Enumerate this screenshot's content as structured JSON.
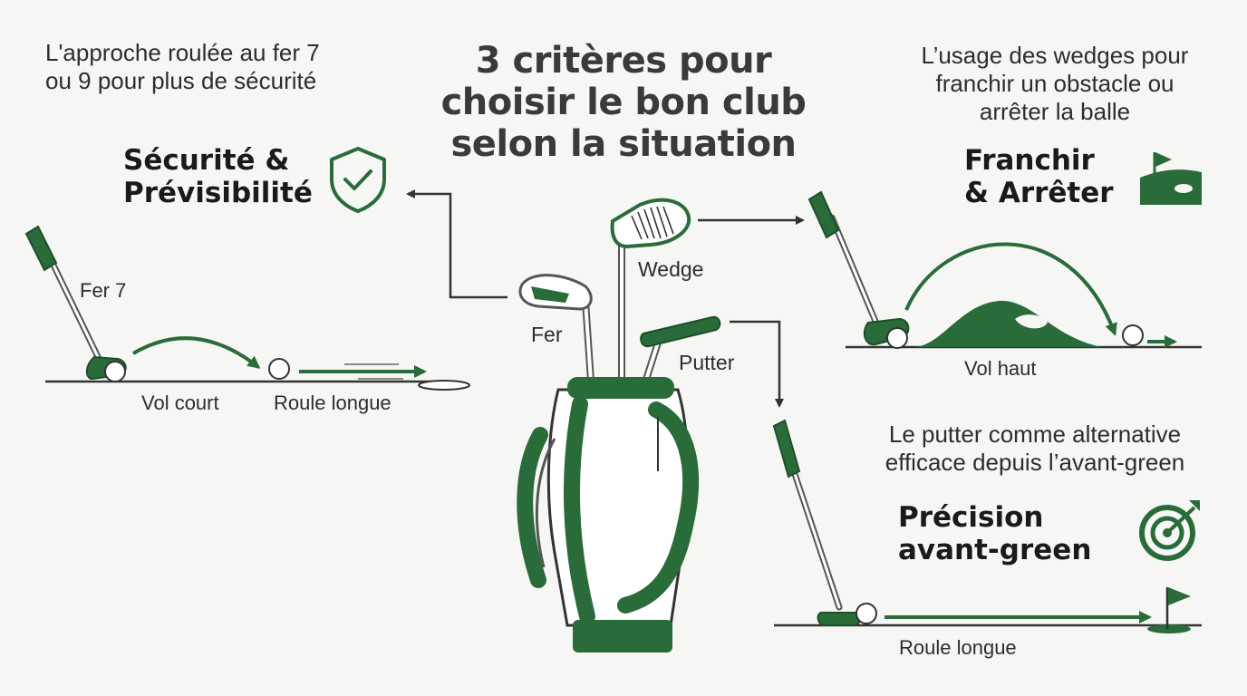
{
  "title_lines": [
    "3 critères pour",
    "choisir le bon club",
    "selon la situation"
  ],
  "left": {
    "desc_lines": [
      "L'approche roulée au fer 7",
      "ou 9 pour plus de sécurité"
    ],
    "heading_lines": [
      "Sécurité &",
      "Prévisibilité"
    ],
    "icon": "shield-check-icon",
    "club_label": "Fer 7",
    "label_flight": "Vol court",
    "label_roll": "Roule longue"
  },
  "right_top": {
    "desc_lines": [
      "L’usage des wedges pour",
      "franchir un obstacle ou",
      "arrêter la balle"
    ],
    "heading_lines": [
      "Franchir",
      "& Arrêter"
    ],
    "icon": "flag-bunker-icon",
    "label_flight": "Vol haut"
  },
  "right_bottom": {
    "desc_lines": [
      "Le putter comme alternative",
      "efficace depuis l’avant-green"
    ],
    "heading_lines": [
      "Précision",
      "avant-green"
    ],
    "icon": "target-icon",
    "label_roll": "Roule longue"
  },
  "bag": {
    "labels": {
      "iron": "Fer",
      "wedge": "Wedge",
      "putter": "Putter"
    }
  },
  "colors": {
    "green": "#2a6b3a",
    "dark": "#333333",
    "background": "#f6f6f4"
  }
}
